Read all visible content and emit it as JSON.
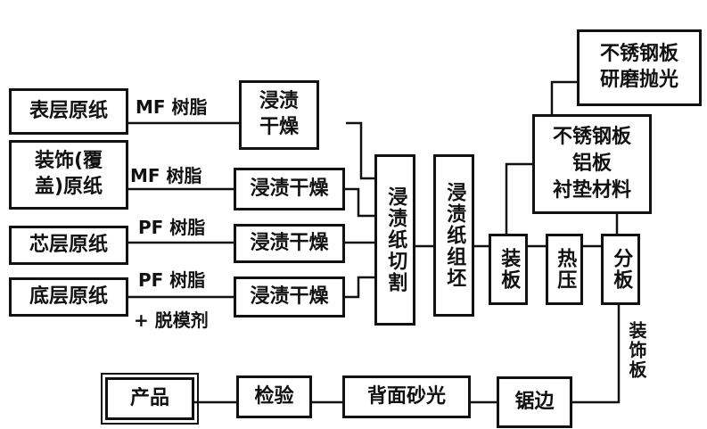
{
  "inputs": [
    {
      "paper": "表层原纸",
      "resin": "MF 树脂",
      "process": "浸渍\n干燥"
    },
    {
      "paper": "装饰(覆\n盖)原纸",
      "resin": "MF 树脂",
      "process": "浸渍干燥"
    },
    {
      "paper": "芯层原纸",
      "resin": "PF 树脂",
      "process": "浸渍干燥"
    },
    {
      "paper": "底层原纸",
      "resin": "PF 树脂",
      "extra": "+ 脱模剂",
      "process": "浸渍干燥"
    }
  ],
  "steps": {
    "cut": "浸渍纸切割",
    "assemble": "浸渍纸组坯",
    "load": "装板",
    "press": "热压",
    "separate": "分板"
  },
  "plates": {
    "polish": "不锈钢板\n研磨抛光",
    "plate_materials": "不锈钢板\n铝板\n衬垫材料"
  },
  "output_label": "装饰板",
  "finishing": {
    "trim": "锯边",
    "sand": "背面砂光",
    "inspect": "检验",
    "product": "产品"
  }
}
